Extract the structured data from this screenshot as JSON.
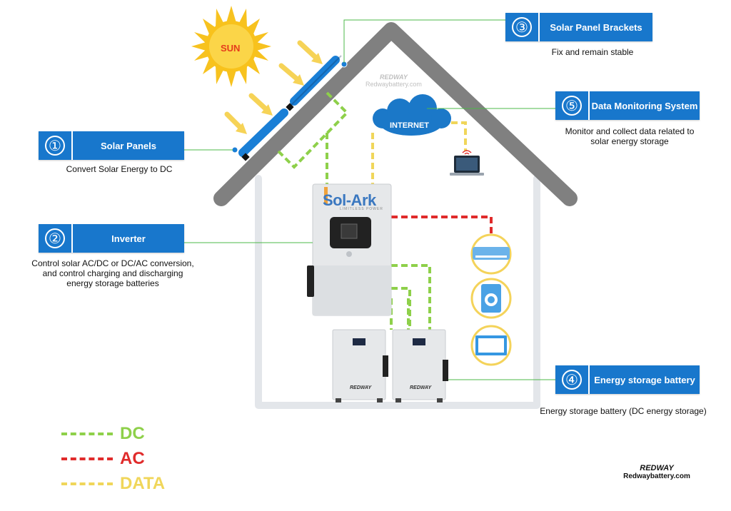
{
  "sun": {
    "label": "SUN",
    "icon": "sun-icon"
  },
  "internet": {
    "label": "INTERNET",
    "icon": "cloud-icon"
  },
  "inverter_unit": {
    "brand": "Sol-Ark",
    "tagline": "LIMITLESS POWER"
  },
  "battery_units": {
    "brand": "REDWAY"
  },
  "watermark": {
    "brand": "REDWAY",
    "site": "Redwaybattery.com"
  },
  "callouts": [
    {
      "number": "①",
      "title": "Solar Panels",
      "description": "Convert Solar Energy to DC"
    },
    {
      "number": "②",
      "title": "Inverter",
      "description": [
        "Control solar AC/DC or DC/AC conversion,",
        "and control charging and discharging",
        "energy storage batteries"
      ]
    },
    {
      "number": "③",
      "title": "Solar Panel Brackets",
      "description": "Fix and remain stable"
    },
    {
      "number": "④",
      "title": "Energy storage battery",
      "description": "Energy storage battery (DC energy storage)"
    },
    {
      "number": "⑤",
      "title": "Data Monitoring System",
      "description": [
        "Monitor and collect data related to",
        "solar energy storage"
      ]
    }
  ],
  "legend": [
    {
      "label": "DC",
      "color": "#8ed04a"
    },
    {
      "label": "AC",
      "color": "#e02b2b"
    },
    {
      "label": "DATA",
      "color": "#f0d65a"
    }
  ],
  "appliances": [
    "air-conditioner-icon",
    "washing-machine-icon",
    "television-icon"
  ],
  "colors": {
    "callout": "#1877cc",
    "roof": "#808080",
    "panel": "#1a7fd6",
    "house_outline": "#e3e6ea"
  },
  "footer": {
    "brand": "REDWAY",
    "site": "Redwaybattery.com"
  }
}
